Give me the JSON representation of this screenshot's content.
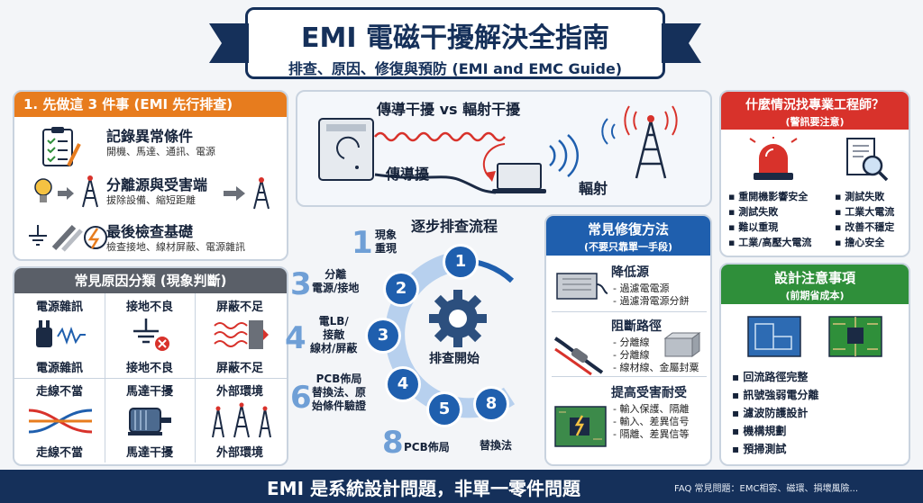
{
  "title": {
    "main": "EMI 電磁干擾解決全指南",
    "sub": "排查、原因、修復與預防 (EMI and EMC Guide)"
  },
  "first_steps": {
    "header": "1. 先做這 3 件事 (EMI 先行排查)",
    "items": [
      {
        "title": "記錄異常條件",
        "desc": "開機、馬達、通訊、電源"
      },
      {
        "title": "分離源與受害端",
        "desc": "拔除設備、縮短距離"
      },
      {
        "title": "最後檢查基礎",
        "desc": "檢查接地、線材屏蔽、電源雜訊"
      }
    ]
  },
  "causes": {
    "header": "常見原因分類 (現象判斷)",
    "row1_titles": [
      "電源雜訊",
      "接地不良",
      "屏蔽不足"
    ],
    "row1_labels": [
      "電源雜訊",
      "接地不良",
      "屏蔽不足"
    ],
    "row2_titles": [
      "走線不當",
      "馬達干擾",
      "外部環境"
    ],
    "row2_labels": [
      "走線不當",
      "馬達干擾",
      "外部環境"
    ]
  },
  "interference": {
    "title": "傳導干擾 vs 輻射干擾",
    "conducted": "傳導擾",
    "radiated": "輻射"
  },
  "process": {
    "title": "逐步排查流程",
    "center": "排查開始",
    "big_numbers": [
      "1",
      "3",
      "4",
      "6",
      "8"
    ],
    "labels": {
      "s1": "現象\n重現",
      "s3": "分離\n電源/接地",
      "s4": "電LB/\n接敵\n線材/屏蔽",
      "s6": "PCB佈局\n替換法、原\n始條件驗證",
      "s8": "PCB佈局",
      "swap": "替換法"
    },
    "circle_numbers": [
      "1",
      "2",
      "3",
      "4",
      "5",
      "8"
    ]
  },
  "fixes": {
    "header": "常見修復方法",
    "subheader": "(不要只靠單一手段)",
    "groups": [
      {
        "title": "降低源",
        "lines": [
          "- 過濾電電源",
          "- 過濾滑電源分餅"
        ]
      },
      {
        "title": "阻斷路徑",
        "lines": [
          "- 分離線",
          "- 分離線",
          "- 線材線、金屬封粟"
        ]
      },
      {
        "title": "提高受害耐受",
        "lines": [
          "- 輸入保護、隔離",
          "- 輸入、差異信号",
          "- 隔離、差異信等"
        ]
      }
    ]
  },
  "when_engineer": {
    "header": "什麼情況找專業工程師？",
    "subheader": "(警訊要注意)",
    "bullets_left": [
      "重開機影響安全",
      "測試失敗",
      "難以重現",
      "工業/高壓大電流"
    ],
    "bullets_right": [
      "測試失敗",
      "工業大電流",
      "改善不穩定",
      "擔心安全"
    ]
  },
  "design": {
    "header": "設計注意事項",
    "subheader": "(前期省成本)",
    "bullets": [
      "回流路徑完整",
      "訊號強弱電分離",
      "濾波防護設計",
      "機構規劃",
      "預掃測試"
    ]
  },
  "footer": {
    "main": "EMI 是系統設計問題，非單一零件問題",
    "faq": "FAQ 常見問題：EMC相容、磁環、損壞風險..."
  },
  "colors": {
    "navy": "#15305a",
    "orange": "#e77c1e",
    "red": "#d8322b",
    "green": "#2f8f3a",
    "blue": "#1f5fae",
    "gray": "#6a6f78"
  }
}
